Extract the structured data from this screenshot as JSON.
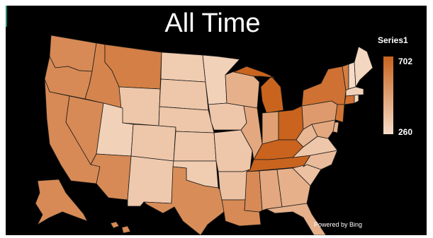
{
  "map": {
    "title": "All Time",
    "attribution": "Powered by Bing"
  },
  "legend": {
    "series_name": "Series1",
    "max_label": "702",
    "min_label": "260",
    "max_value": 702,
    "min_value": 260,
    "color_low": "#f6dcc8",
    "color_high": "#c9631e"
  },
  "chart_data": {
    "type": "choropleth",
    "region": "United States",
    "value_range": [
      260,
      702
    ],
    "series": [
      {
        "name": "Series1",
        "regions": [
          {
            "state": "Washington",
            "value": 560
          },
          {
            "state": "Oregon",
            "value": 560
          },
          {
            "state": "California",
            "value": 560
          },
          {
            "state": "Nevada",
            "value": 560
          },
          {
            "state": "Idaho",
            "value": 580
          },
          {
            "state": "Montana",
            "value": 600
          },
          {
            "state": "Wyoming",
            "value": 340
          },
          {
            "state": "Utah",
            "value": 300
          },
          {
            "state": "Colorado",
            "value": 340
          },
          {
            "state": "Arizona",
            "value": 560
          },
          {
            "state": "New Mexico",
            "value": 330
          },
          {
            "state": "North Dakota",
            "value": 320
          },
          {
            "state": "South Dakota",
            "value": 340
          },
          {
            "state": "Nebraska",
            "value": 340
          },
          {
            "state": "Kansas",
            "value": 340
          },
          {
            "state": "Oklahoma",
            "value": 320
          },
          {
            "state": "Texas",
            "value": 550
          },
          {
            "state": "Minnesota",
            "value": 300
          },
          {
            "state": "Iowa",
            "value": 340
          },
          {
            "state": "Missouri",
            "value": 340
          },
          {
            "state": "Arkansas",
            "value": 360
          },
          {
            "state": "Louisiana",
            "value": 560
          },
          {
            "state": "Wisconsin",
            "value": 420
          },
          {
            "state": "Illinois",
            "value": 450
          },
          {
            "state": "Michigan",
            "value": 700
          },
          {
            "state": "Indiana",
            "value": 480
          },
          {
            "state": "Ohio",
            "value": 702
          },
          {
            "state": "Kentucky",
            "value": 702
          },
          {
            "state": "Tennessee",
            "value": 700
          },
          {
            "state": "Mississippi",
            "value": 560
          },
          {
            "state": "Alabama",
            "value": 450
          },
          {
            "state": "Georgia",
            "value": 420
          },
          {
            "state": "Florida",
            "value": 420
          },
          {
            "state": "South Carolina",
            "value": 360
          },
          {
            "state": "North Carolina",
            "value": 380
          },
          {
            "state": "Virginia",
            "value": 340
          },
          {
            "state": "West Virginia",
            "value": 400
          },
          {
            "state": "Pennsylvania",
            "value": 500
          },
          {
            "state": "New York",
            "value": 650
          },
          {
            "state": "Vermont",
            "value": 600
          },
          {
            "state": "New Hampshire",
            "value": 260
          },
          {
            "state": "Maine",
            "value": 280
          },
          {
            "state": "Massachusetts",
            "value": 300
          },
          {
            "state": "Connecticut",
            "value": 650
          },
          {
            "state": "Rhode Island",
            "value": 280
          },
          {
            "state": "New Jersey",
            "value": 640
          },
          {
            "state": "Delaware",
            "value": 420
          },
          {
            "state": "Maryland",
            "value": 450
          },
          {
            "state": "Alaska",
            "value": 560
          },
          {
            "state": "Hawaii",
            "value": 560
          }
        ]
      }
    ]
  }
}
